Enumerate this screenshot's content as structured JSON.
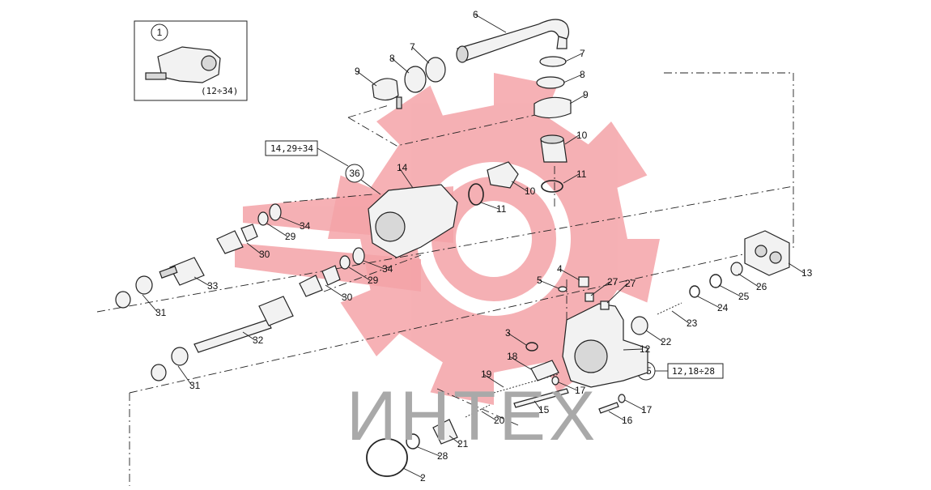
{
  "watermark": {
    "text": "ИНТЕХ",
    "gear_color": "#f4a3a8"
  },
  "inset": {
    "ref": "1",
    "range": "(12÷34)"
  },
  "assembly_labels": [
    {
      "id": "a36",
      "circle": "36",
      "box": "14,29÷34"
    },
    {
      "id": "a35",
      "circle": "35",
      "box": "12,18÷28"
    }
  ],
  "callouts": [
    {
      "id": "c6",
      "text": "6"
    },
    {
      "id": "c7a",
      "text": "7"
    },
    {
      "id": "c8a",
      "text": "8"
    },
    {
      "id": "c9a",
      "text": "9"
    },
    {
      "id": "c7b",
      "text": "7"
    },
    {
      "id": "c8b",
      "text": "8"
    },
    {
      "id": "c9b",
      "text": "9"
    },
    {
      "id": "c10a",
      "text": "10"
    },
    {
      "id": "c10b",
      "text": "10"
    },
    {
      "id": "c11a",
      "text": "11"
    },
    {
      "id": "c11b",
      "text": "11"
    },
    {
      "id": "c14",
      "text": "14"
    },
    {
      "id": "c34a",
      "text": "34"
    },
    {
      "id": "c29a",
      "text": "29"
    },
    {
      "id": "c30a",
      "text": "30"
    },
    {
      "id": "c33",
      "text": "33"
    },
    {
      "id": "c31a",
      "text": "31"
    },
    {
      "id": "c34b",
      "text": "34"
    },
    {
      "id": "c29b",
      "text": "29"
    },
    {
      "id": "c30b",
      "text": "30"
    },
    {
      "id": "c32",
      "text": "32"
    },
    {
      "id": "c31b",
      "text": "31"
    },
    {
      "id": "c4",
      "text": "4"
    },
    {
      "id": "c5",
      "text": "5"
    },
    {
      "id": "c27a",
      "text": "27"
    },
    {
      "id": "c27b",
      "text": "27"
    },
    {
      "id": "c3",
      "text": "3"
    },
    {
      "id": "c18",
      "text": "18"
    },
    {
      "id": "c19",
      "text": "19"
    },
    {
      "id": "c17a",
      "text": "17"
    },
    {
      "id": "c15",
      "text": "15"
    },
    {
      "id": "c20",
      "text": "20"
    },
    {
      "id": "c21",
      "text": "21"
    },
    {
      "id": "c28",
      "text": "28"
    },
    {
      "id": "c2",
      "text": "2"
    },
    {
      "id": "c16",
      "text": "16"
    },
    {
      "id": "c17b",
      "text": "17"
    },
    {
      "id": "c12",
      "text": "12"
    },
    {
      "id": "c22",
      "text": "22"
    },
    {
      "id": "c23",
      "text": "23"
    },
    {
      "id": "c24",
      "text": "24"
    },
    {
      "id": "c25",
      "text": "25"
    },
    {
      "id": "c26",
      "text": "26"
    },
    {
      "id": "c13",
      "text": "13"
    }
  ]
}
